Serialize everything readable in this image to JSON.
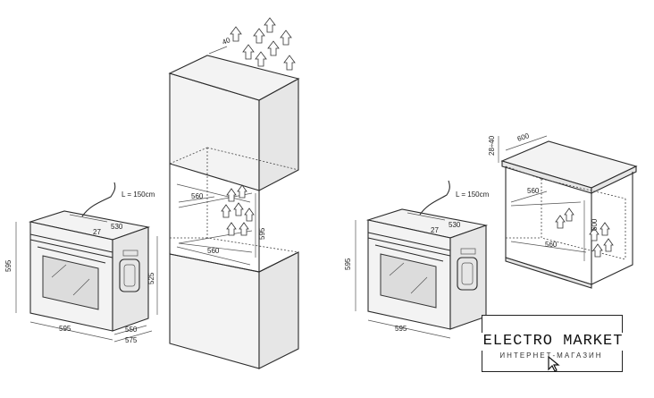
{
  "diagram": {
    "left": {
      "cable_label": "L = 150cm",
      "dims": {
        "d530": "530",
        "d27": "27",
        "d595_height": "595",
        "d595_width": "595",
        "d525": "525",
        "d550": "550",
        "d575": "575"
      },
      "cabinet_dims": {
        "d40": "40",
        "d560_top": "560",
        "d560_bottom": "560",
        "d595": "595"
      }
    },
    "right": {
      "cable_label": "L = 150cm",
      "dims": {
        "d530": "530",
        "d27": "27",
        "d595_height": "595",
        "d595_width": "595"
      },
      "cabinet_dims": {
        "d28_40": "28÷40",
        "d600_top": "600",
        "d560_top": "560",
        "d560_bottom": "560",
        "d600_height": "600"
      }
    }
  },
  "brand": {
    "name": "ELECTRO MARKET",
    "subtitle": "ИНТЕРНЕТ-МАГАЗИН"
  }
}
